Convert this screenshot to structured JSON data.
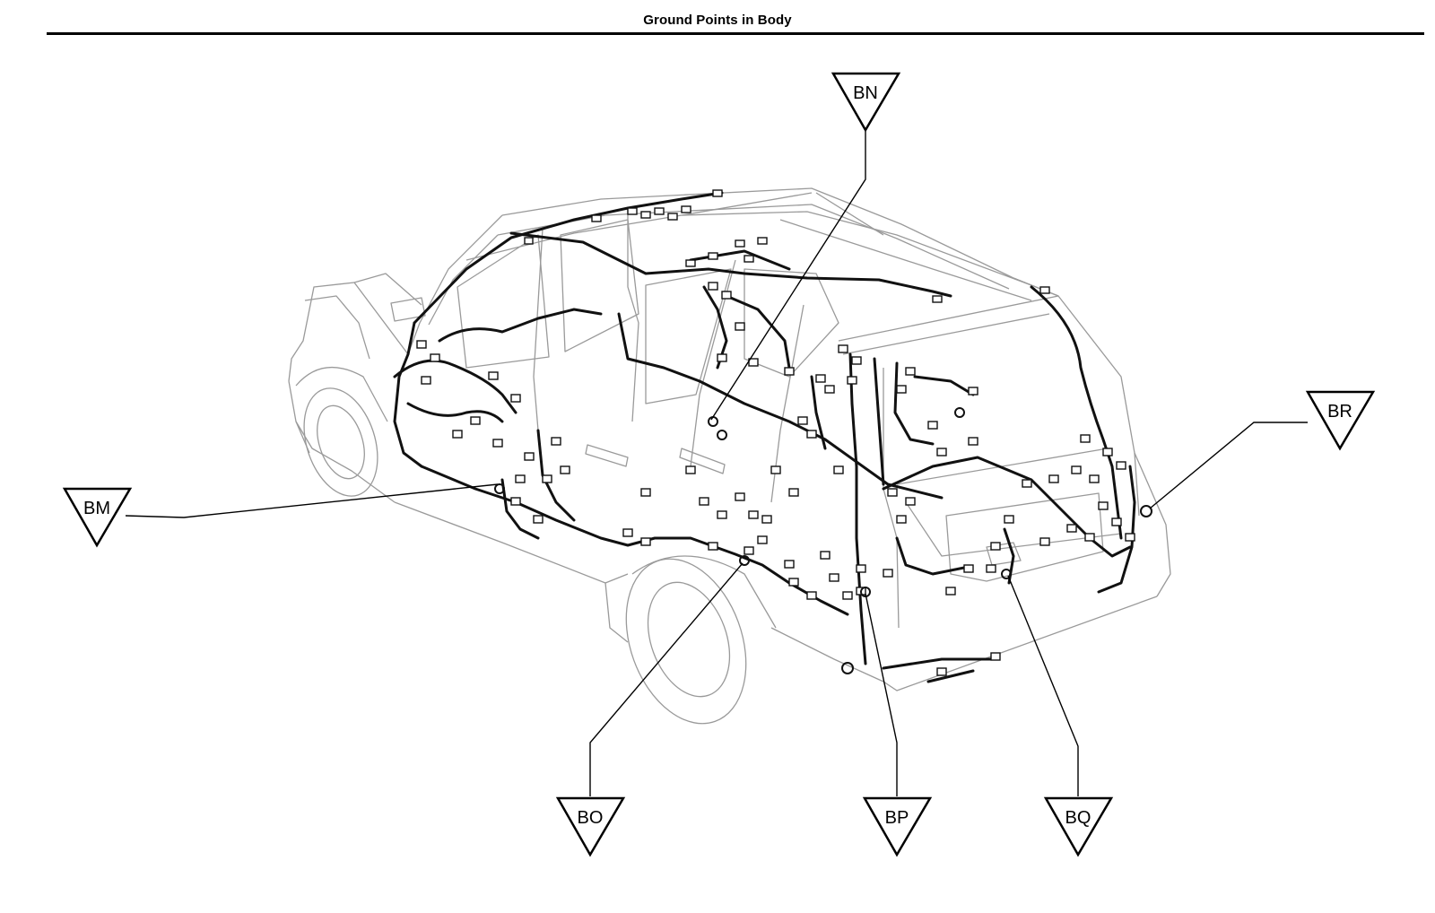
{
  "title": "Ground Points in Body",
  "ground_points": [
    {
      "id": "bm",
      "label": "BM"
    },
    {
      "id": "bn",
      "label": "BN"
    },
    {
      "id": "bo",
      "label": "BO"
    },
    {
      "id": "bp",
      "label": "BP"
    },
    {
      "id": "bq",
      "label": "BQ"
    },
    {
      "id": "br",
      "label": "BR"
    }
  ]
}
